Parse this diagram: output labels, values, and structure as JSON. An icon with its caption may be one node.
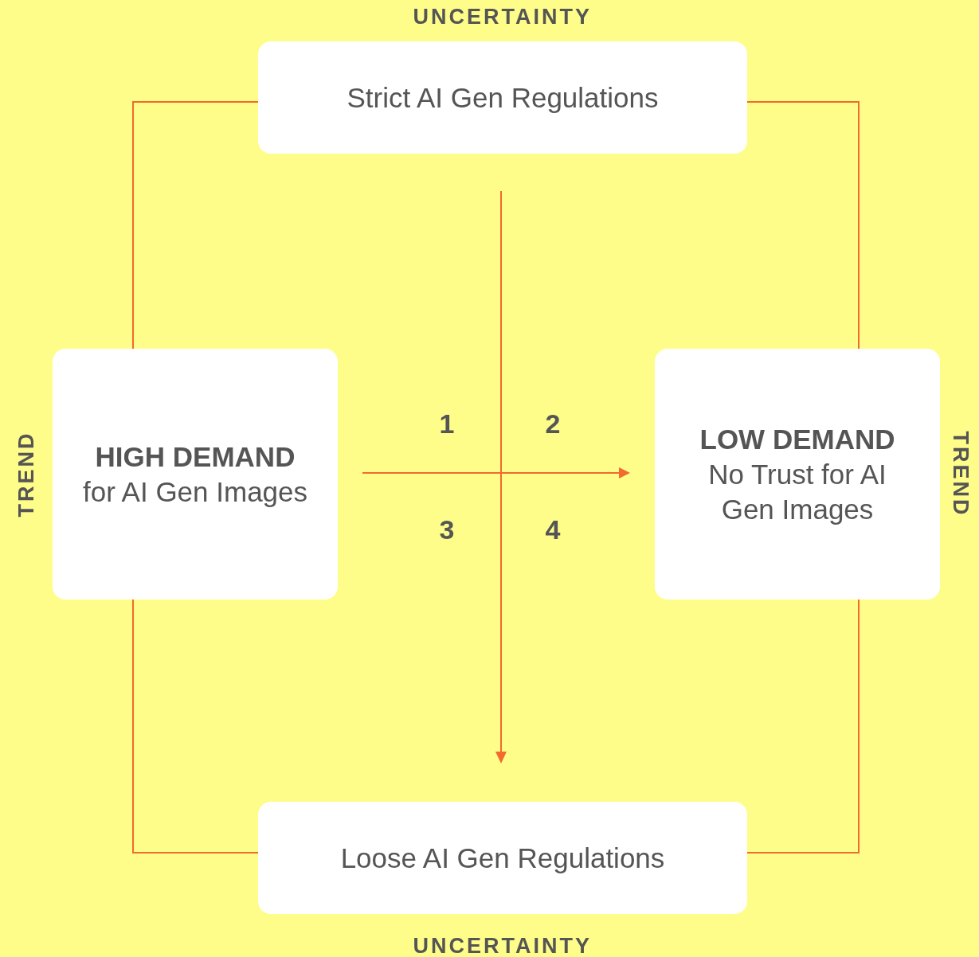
{
  "diagram": {
    "nodes": [
      {
        "text": [
          "Strict AI Gen Regulations"
        ]
      },
      {
        "text": [
          "HIGH DEMAND",
          "for AI Gen Images"
        ]
      },
      {
        "text": [
          "LOW DEMAND",
          "No Trust for AI Gen Images"
        ]
      },
      {
        "text": [
          "Loose AI Gen Regulations"
        ]
      }
    ],
    "edges": [
      {
        "from": 0,
        "to": 1,
        "arrow": "none"
      },
      {
        "from": 0,
        "to": 2,
        "arrow": "none"
      },
      {
        "from": 1,
        "to": 3,
        "arrow": "none"
      },
      {
        "from": 2,
        "to": 3,
        "arrow": "none"
      }
    ],
    "labels": [
      "UNCERTAINTY",
      "TREND",
      "1",
      "2",
      "3",
      "4",
      "TREND",
      "UNCERTAINTY"
    ]
  }
}
